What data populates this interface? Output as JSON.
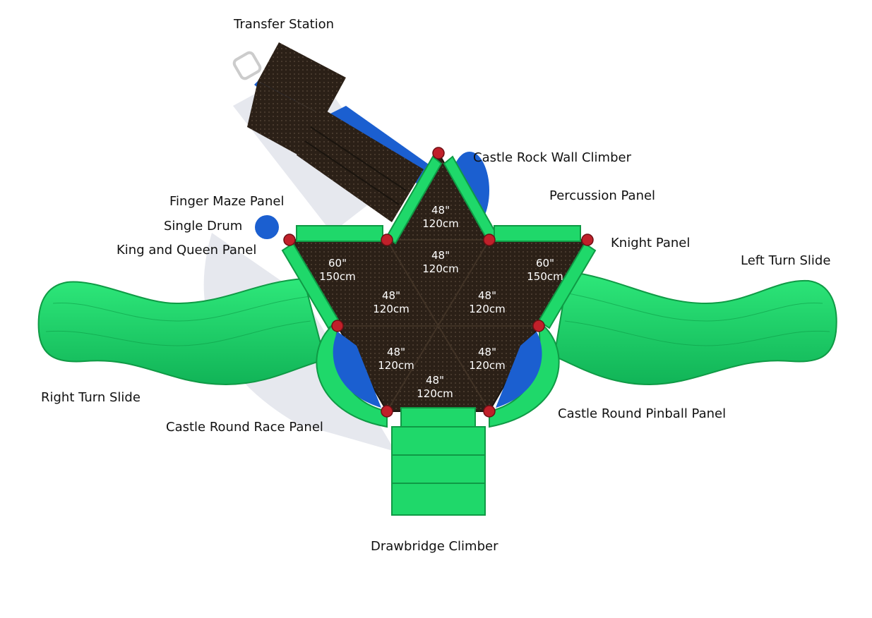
{
  "labels": {
    "transfer_station": "Transfer Station",
    "castle_rock_wall_climber": "Castle Rock Wall Climber",
    "percussion_panel": "Percussion Panel",
    "finger_maze_panel": "Finger Maze Panel",
    "single_drum": "Single Drum",
    "king_and_queen_panel": "King and Queen Panel",
    "knight_panel": "Knight Panel",
    "left_turn_slide": "Left Turn Slide",
    "right_turn_slide": "Right Turn Slide",
    "castle_round_race_panel": "Castle Round Race Panel",
    "castle_round_pinball_panel": "Castle Round Pinball Panel",
    "drawbridge_climber": "Drawbridge Climber"
  },
  "dims": {
    "top": {
      "in": "48\"",
      "cm": "120cm"
    },
    "upper_center": {
      "in": "48\"",
      "cm": "120cm"
    },
    "left": {
      "in": "60\"",
      "cm": "150cm"
    },
    "right": {
      "in": "60\"",
      "cm": "150cm"
    },
    "mid_left": {
      "in": "48\"",
      "cm": "120cm"
    },
    "mid_right": {
      "in": "48\"",
      "cm": "120cm"
    },
    "low_left": {
      "in": "48\"",
      "cm": "120cm"
    },
    "low_right": {
      "in": "48\"",
      "cm": "120cm"
    },
    "bottom": {
      "in": "48\"",
      "cm": "120cm"
    }
  },
  "colors": {
    "green": "#1fd86a",
    "green_dark": "#0f9a45",
    "deck": "#2a2018",
    "blue": "#1b5fd0",
    "post": "#c0202a"
  }
}
